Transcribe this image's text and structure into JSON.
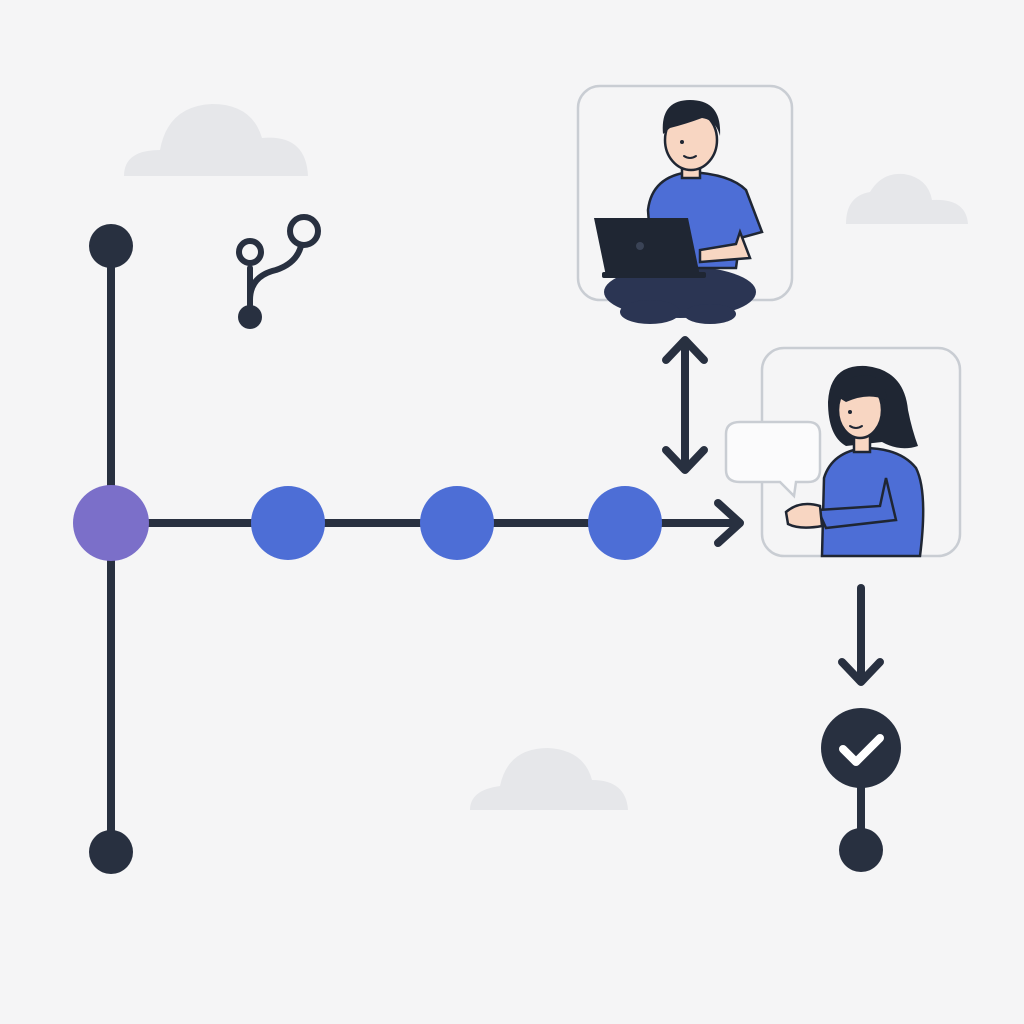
{
  "diagram": {
    "kind": "git-branch-collaboration-flow",
    "colors": {
      "background": "#f5f5f6",
      "line": "#283040",
      "branch_origin": "#7b6fc9",
      "commit": "#4d6ed6",
      "shirt": "#4d6ed6",
      "pants": "#2b3553",
      "hair": "#1f2633",
      "skin": "#f8d6c2",
      "card_border": "#c9cdd3",
      "cloud": "#e6e7ea"
    },
    "main_branch": {
      "node_count": 2
    },
    "feature_branch": {
      "commit_count": 3,
      "arrow_direction": "right"
    },
    "icons": [
      "git-branch-icon",
      "checkmark-icon",
      "double-arrow-icon",
      "down-arrow-icon"
    ],
    "people": [
      {
        "role": "developer",
        "activity": "laptop"
      },
      {
        "role": "reviewer",
        "activity": "speech-bubble"
      }
    ]
  }
}
